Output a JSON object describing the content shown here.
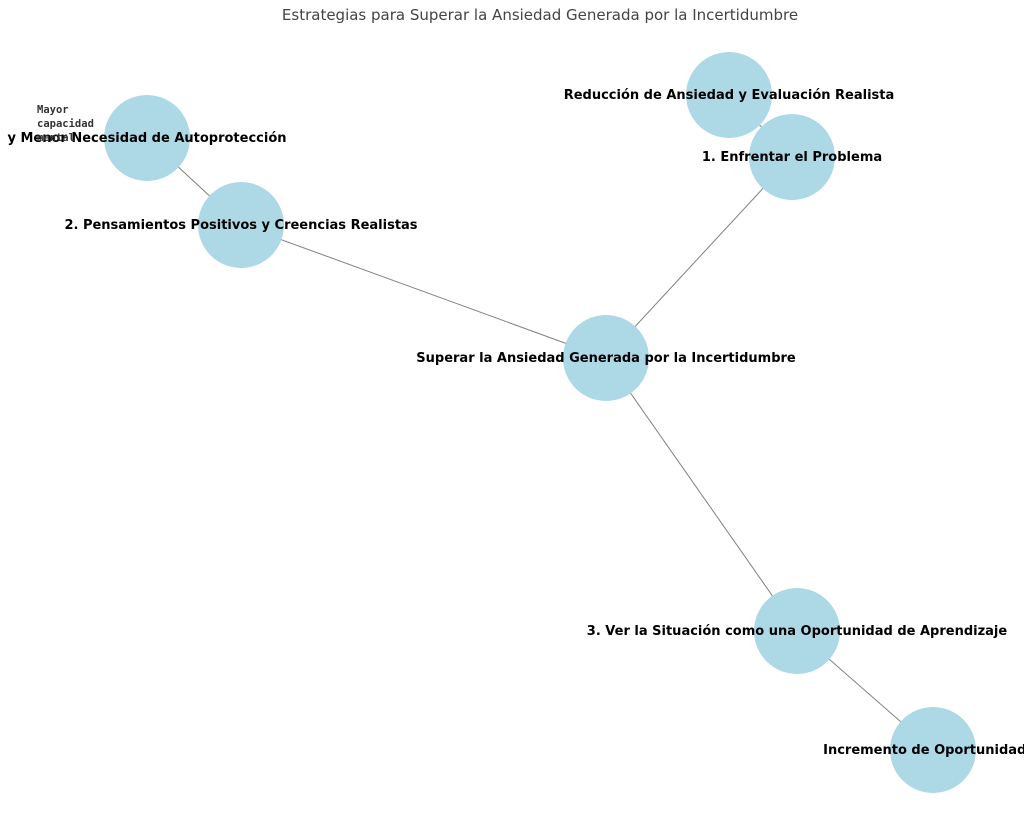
{
  "title": "Estrategias para Superar la Ansiedad Generada por la Incertidumbre",
  "colors": {
    "node_fill": "#add8e6",
    "edge": "#808080",
    "label": "#000000",
    "title": "#444444"
  },
  "annotation": {
    "lines": [
      "Mayor",
      "capacidad",
      "mental"
    ]
  },
  "nodes": [
    {
      "id": "center",
      "label": "Superar la Ansiedad Generada por la Incertidumbre"
    },
    {
      "id": "s1",
      "label": "1. Enfrentar el Problema"
    },
    {
      "id": "s1a",
      "label": "Reducción de Ansiedad y Evaluación Realista"
    },
    {
      "id": "s2",
      "label": "2. Pensamientos Positivos y Creencias Realistas"
    },
    {
      "id": "s2a",
      "label": "y Menor Necesidad de Autoprotección"
    },
    {
      "id": "s3",
      "label": "3. Ver la Situación como una Oportunidad de Aprendizaje"
    },
    {
      "id": "s3a",
      "label": "Incremento de Oportunidades"
    }
  ],
  "edges": [
    {
      "from": "center",
      "to": "s1"
    },
    {
      "from": "s1",
      "to": "s1a"
    },
    {
      "from": "center",
      "to": "s2"
    },
    {
      "from": "s2",
      "to": "s2a"
    },
    {
      "from": "center",
      "to": "s3"
    },
    {
      "from": "s3",
      "to": "s3a"
    }
  ]
}
